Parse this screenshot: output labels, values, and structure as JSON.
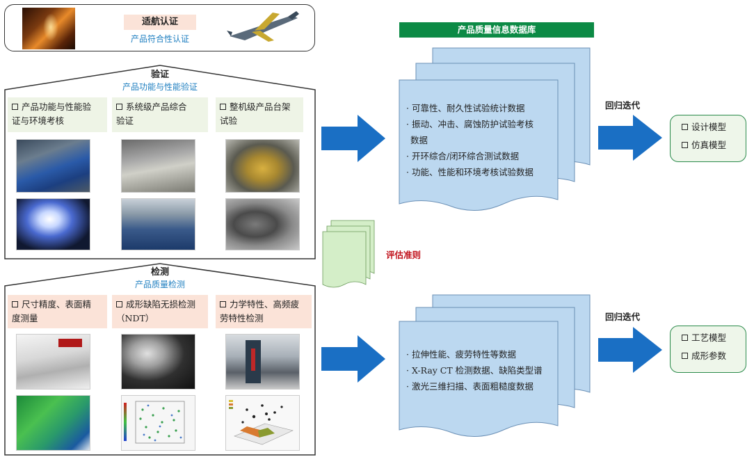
{
  "certification": {
    "title": "适航认证",
    "subtitle": "产品符合性认证"
  },
  "verification": {
    "title": "验证",
    "subtitle": "产品功能与性能验证",
    "items": [
      {
        "line1": "产品功能与性能验",
        "line2": "证与环境考核"
      },
      {
        "line1": "系统级产品综合",
        "line2": "验证"
      },
      {
        "line1": "整机级产品台架",
        "line2": "试验"
      }
    ]
  },
  "inspection": {
    "title": "检测",
    "subtitle": "产品质量检测",
    "items": [
      {
        "line1": "尺寸精度、表面精",
        "line2": "度测量"
      },
      {
        "line1": "成形缺陷无损检测",
        "line2": "（NDT）"
      },
      {
        "line1": "力学特性、高频疲",
        "line2": "劳特性检测"
      }
    ]
  },
  "database": {
    "title": "产品质量信息数据库",
    "upper_items": [
      "· 可靠性、耐久性试验统计数据",
      "· 振动、冲击、腐蚀防护试验考核",
      "  数据",
      "· 开环综合/闭环综合测试数据",
      "· 功能、性能和环境考核试验数据"
    ],
    "lower_items": [
      "· 拉伸性能、疲劳特性等数据",
      "· X-Ray CT 检测数据、缺陷类型谱",
      "· 激光三维扫描、表面粗糙度数据"
    ]
  },
  "evaluation_label": "评估准则",
  "iteration": {
    "upper_label": "回归迭代",
    "lower_label": "回归迭代"
  },
  "outputs": {
    "upper": [
      "设计模型",
      "仿真模型"
    ],
    "lower": [
      "工艺模型",
      "成形参数"
    ]
  },
  "colors": {
    "arrow_blue": "#1a6fc4",
    "header_green": "#0c8a45",
    "sheet_blue": "#bcd8f0",
    "sheet_green": "#d4eec8",
    "caption_green": "#eef4e6",
    "caption_pink": "#fbe3d8",
    "accent_red": "#c0101a",
    "accent_blue_text": "#1f7fc0"
  }
}
